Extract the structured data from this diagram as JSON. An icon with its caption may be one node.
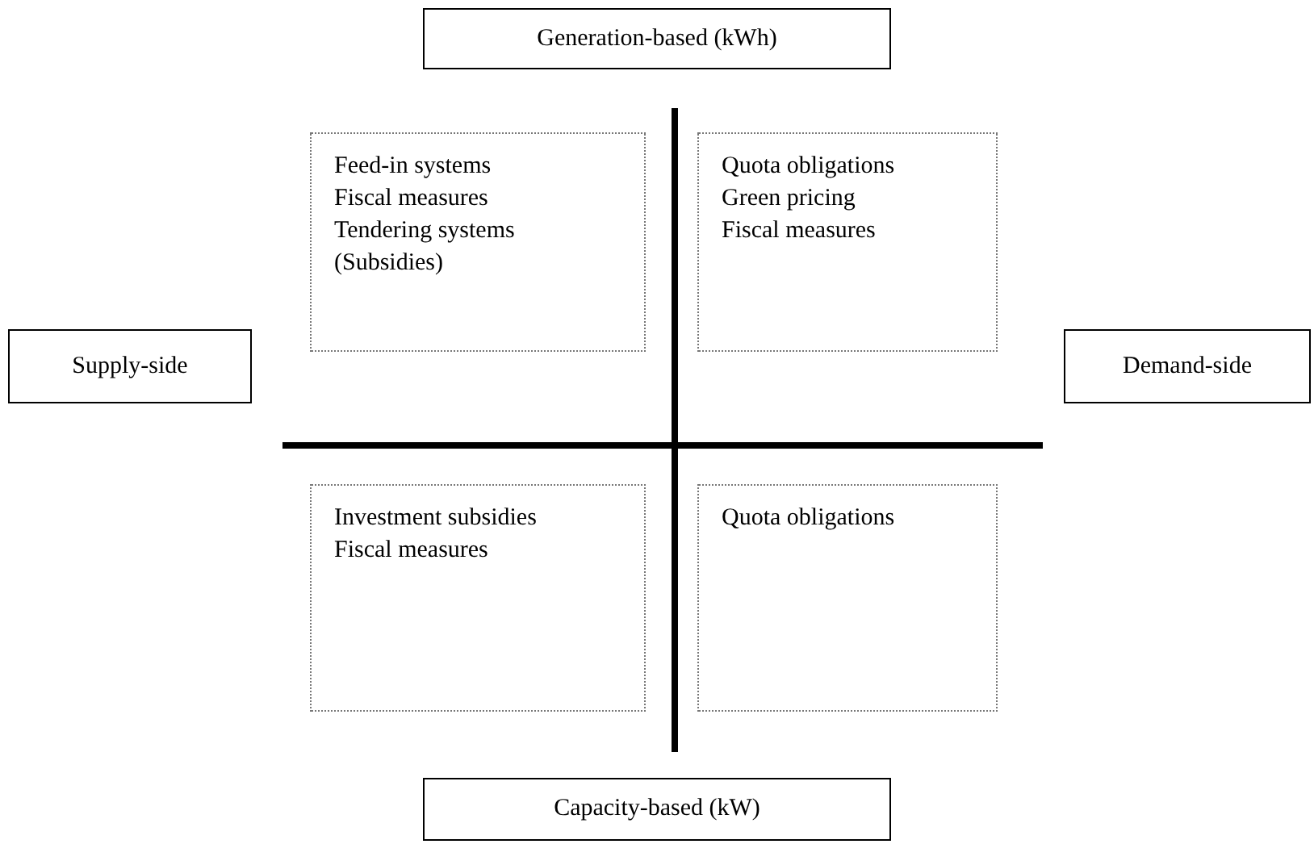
{
  "diagram": {
    "nodes": [
      {
        "text": [
          "Generation-based (kWh)"
        ]
      },
      {
        "text": [
          "Supply-side"
        ]
      },
      {
        "text": [
          "Demand-side"
        ]
      },
      {
        "text": [
          "Capacity-based (kW)"
        ]
      },
      {
        "text": [
          "Feed-in systems",
          "Fiscal measures",
          "Tendering systems",
          "(Subsidies)"
        ]
      },
      {
        "text": [
          "Quota obligations",
          "Green pricing",
          "Fiscal measures"
        ]
      },
      {
        "text": [
          "Investment subsidies",
          "Fiscal measures"
        ]
      },
      {
        "text": [
          "Quota obligations"
        ]
      }
    ],
    "edges": []
  }
}
